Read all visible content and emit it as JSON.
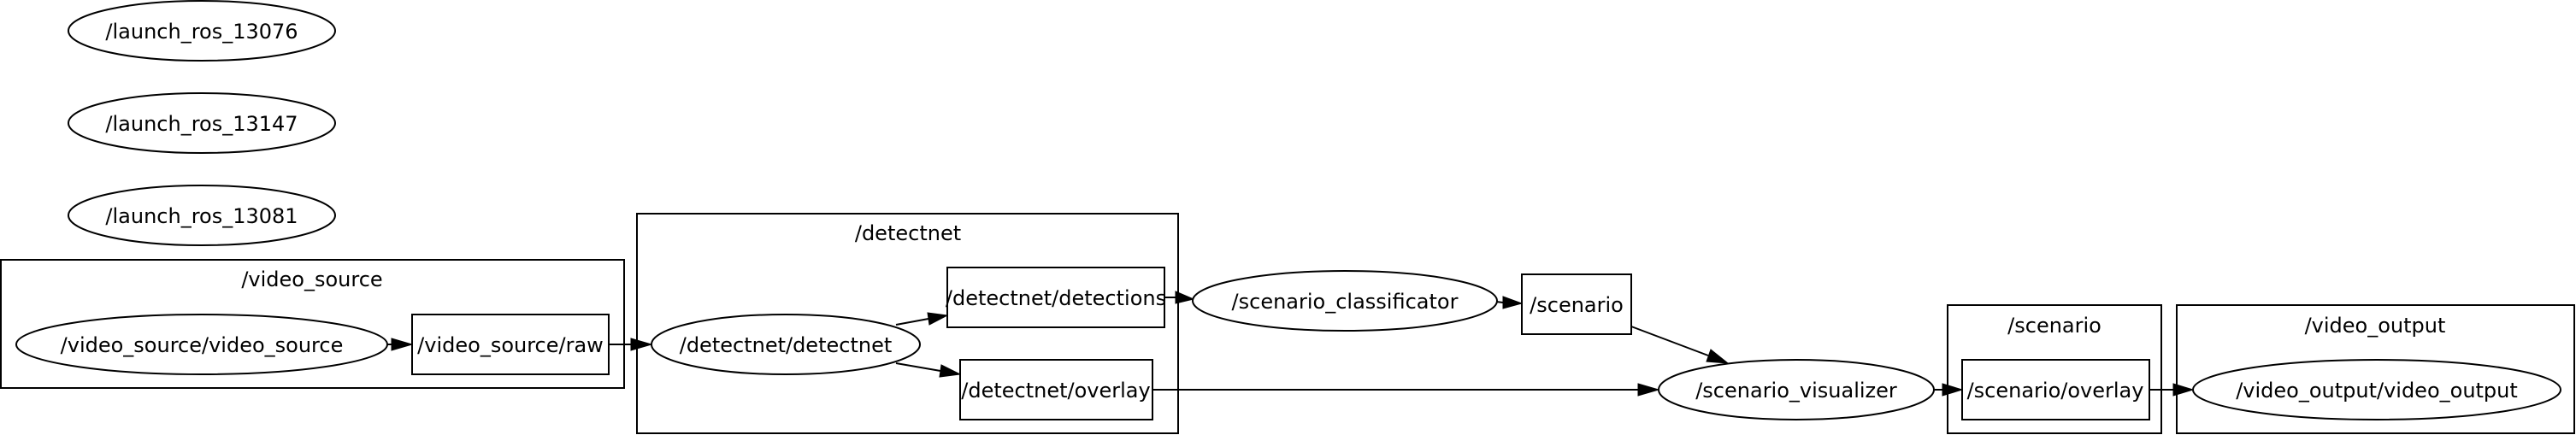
{
  "graph": {
    "clusters": [
      {
        "id": "video_source_cluster",
        "label": "/video_source"
      },
      {
        "id": "detectnet_cluster",
        "label": "/detectnet"
      },
      {
        "id": "scenario_cluster",
        "label": "/scenario"
      },
      {
        "id": "video_output_cluster",
        "label": "/video_output"
      }
    ],
    "nodes": [
      {
        "id": "launch_ros_13076",
        "label": "/launch_ros_13076",
        "kind": "node"
      },
      {
        "id": "launch_ros_13147",
        "label": "/launch_ros_13147",
        "kind": "node"
      },
      {
        "id": "launch_ros_13081",
        "label": "/launch_ros_13081",
        "kind": "node"
      },
      {
        "id": "video_source_node",
        "label": "/video_source/video_source",
        "kind": "node"
      },
      {
        "id": "video_source_raw",
        "label": "/video_source/raw",
        "kind": "topic"
      },
      {
        "id": "detectnet_node",
        "label": "/detectnet/detectnet",
        "kind": "node"
      },
      {
        "id": "detectnet_detections",
        "label": "/detectnet/detections",
        "kind": "topic"
      },
      {
        "id": "detectnet_overlay",
        "label": "/detectnet/overlay",
        "kind": "topic"
      },
      {
        "id": "scenario_classificator",
        "label": "/scenario_classificator",
        "kind": "node"
      },
      {
        "id": "scenario_topic",
        "label": "/scenario",
        "kind": "topic"
      },
      {
        "id": "scenario_visualizer",
        "label": "/scenario_visualizer",
        "kind": "node"
      },
      {
        "id": "scenario_overlay",
        "label": "/scenario/overlay",
        "kind": "topic"
      },
      {
        "id": "video_output_node",
        "label": "/video_output/video_output",
        "kind": "node"
      }
    ],
    "edges": [
      {
        "from": "video_source_node",
        "to": "video_source_raw"
      },
      {
        "from": "video_source_raw",
        "to": "detectnet_node"
      },
      {
        "from": "detectnet_node",
        "to": "detectnet_detections"
      },
      {
        "from": "detectnet_node",
        "to": "detectnet_overlay"
      },
      {
        "from": "detectnet_detections",
        "to": "scenario_classificator"
      },
      {
        "from": "scenario_classificator",
        "to": "scenario_topic"
      },
      {
        "from": "scenario_topic",
        "to": "scenario_visualizer"
      },
      {
        "from": "detectnet_overlay",
        "to": "scenario_visualizer"
      },
      {
        "from": "scenario_visualizer",
        "to": "scenario_overlay"
      },
      {
        "from": "scenario_overlay",
        "to": "video_output_node"
      }
    ]
  }
}
